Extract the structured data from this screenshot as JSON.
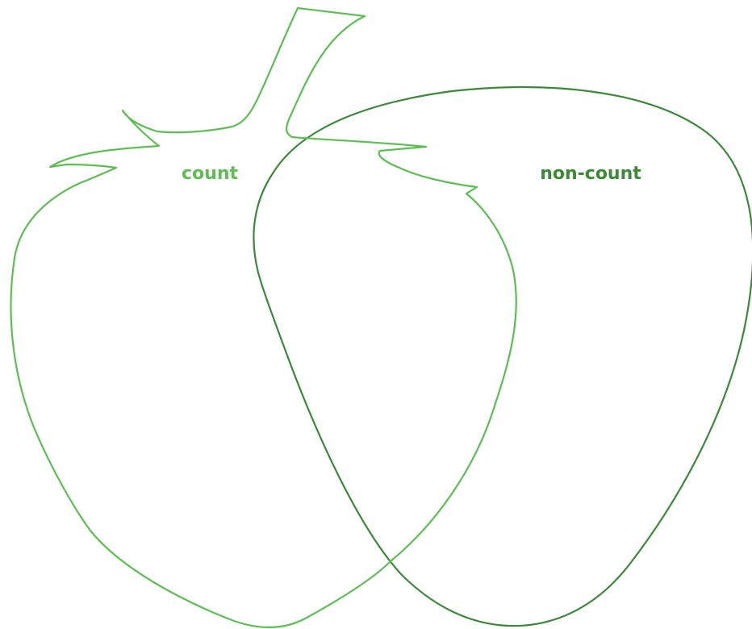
{
  "diagram": {
    "type": "venn",
    "sets": [
      {
        "label": "count",
        "shape": "strawberry",
        "color": "#5cbf52"
      },
      {
        "label": "non-count",
        "shape": "tomato",
        "color": "#3a8a3a"
      }
    ],
    "regions": {
      "count_only": [],
      "overlap": [],
      "non_count_only": []
    }
  }
}
